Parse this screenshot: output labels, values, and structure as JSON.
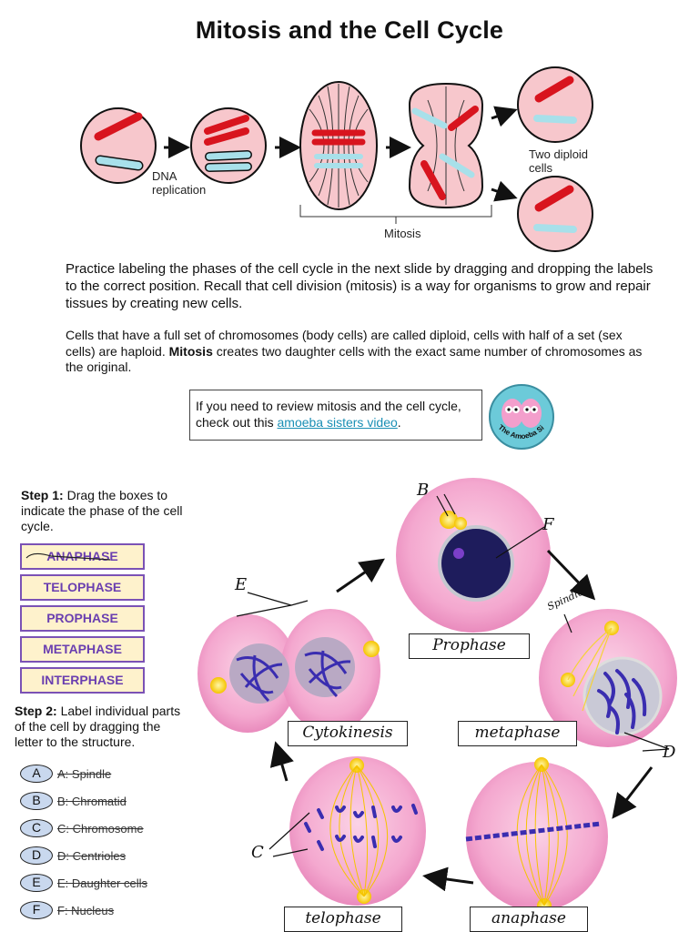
{
  "title": "Mitosis and the Cell Cycle",
  "top_diagram": {
    "dna_replication_label": "DNA\nreplication",
    "mitosis_label": "Mitosis",
    "two_diploid_label": "Two diploid\ncells"
  },
  "intro_paragraph": "Practice labeling the phases of the cell cycle in the next slide by dragging and dropping the labels to the correct position.   Recall that cell division (mitosis) is a way for organisms to grow and repair tissues by creating new cells.",
  "diploid_paragraph": {
    "part1": "Cells that have a full set of chromosomes (body cells) are called diploid, cells with half of a set (sex cells) are haploid.  ",
    "bold": "Mitosis",
    "part2": " creates two daughter cells with the exact same number of chromosomes as the original."
  },
  "video_box": {
    "text_before": "If you need to review mitosis and the cell cycle, check out this ",
    "link_text": "amoeba sisters video",
    "text_after": ".",
    "logo_text": "The Amoeba Sisters"
  },
  "step1": {
    "heading": "Step 1:",
    "text": "  Drag the boxes to indicate the phase of the cell cycle.",
    "phases": [
      "ANAPHASE",
      "TELOPHASE",
      "PROPHASE",
      "METAPHASE",
      "INTERPHASE"
    ]
  },
  "step2": {
    "heading": "Step 2:",
    "text": "  Label individual parts of the cell by dragging the letter to the structure.",
    "letters": [
      {
        "letter": "A",
        "text": "A: Spindle"
      },
      {
        "letter": "B",
        "text": "B: Chromatid"
      },
      {
        "letter": "C",
        "text": "C: Chromosome"
      },
      {
        "letter": "D",
        "text": "D: Centrioles"
      },
      {
        "letter": "E",
        "text": "E: Daughter cells"
      },
      {
        "letter": "F",
        "text": "F: Nucleus"
      }
    ]
  },
  "cycle_labels": {
    "prophase": "Prophase",
    "metaphase": "metaphase",
    "cytokinesis": "Cytokinesis",
    "telophase": "telophase",
    "anaphase": "anaphase"
  },
  "hand_letters": {
    "b": "B",
    "f": "F",
    "e": "E",
    "spindle": "Spindle",
    "d": "D",
    "c": "C"
  },
  "colors": {
    "phase_fill": "#fef2cc",
    "phase_border": "#7b52b5",
    "phase_text": "#6a3fb0",
    "letter_fill": "#c9d8ee",
    "cell_pink": "#f4a8cf",
    "chromosome_red": "#d8141e",
    "chromosome_blue": "#a8e0ea",
    "chromosome_purple": "#3a2db0",
    "link": "#1a8fb5"
  }
}
